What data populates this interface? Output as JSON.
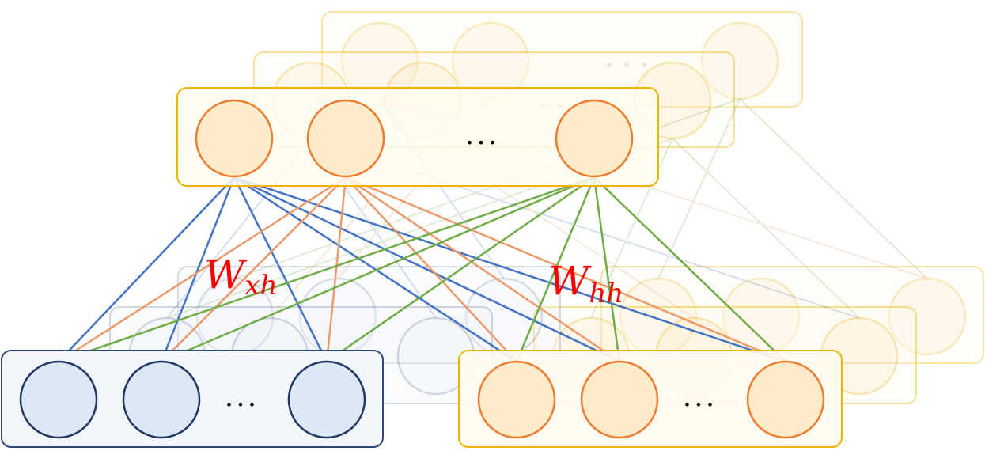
{
  "labels": {
    "wxh": {
      "base": "W",
      "sub": "xh"
    },
    "whh": {
      "base": "W",
      "sub": "hh"
    },
    "ellipsis": "• • •"
  },
  "colors": {
    "input_fill": "#dde8f5",
    "input_stroke": "#1f3864",
    "input_box_fill": "#f3f6fb",
    "input_box_stroke": "#2f4a7a",
    "hidden_fill": "#fdebc9",
    "hidden_stroke": "#ed7d31",
    "hidden_box_fill": "#fffbee",
    "hidden_box_stroke": "#f0b400",
    "blue_line": "#4472c4",
    "orange_line": "#ed9a6a",
    "green_line": "#70ad47",
    "label": "#ff0000"
  },
  "icons": {
    "input_neuron": "circle-node-icon",
    "hidden_neuron": "circle-node-icon"
  }
}
